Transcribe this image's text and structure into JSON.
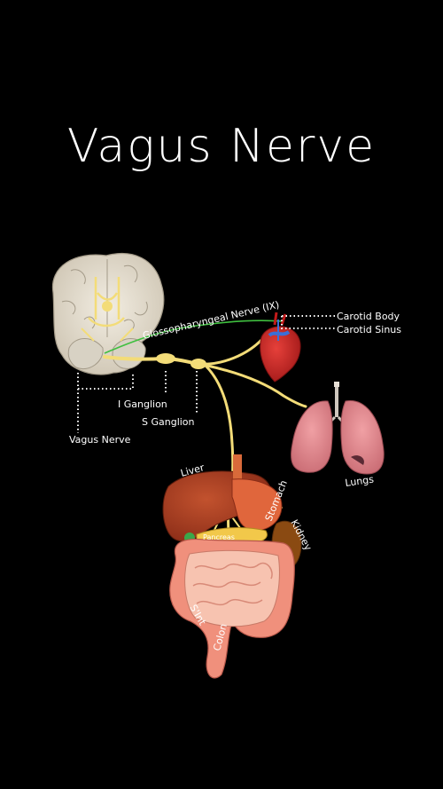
{
  "title": "Vagus  Nerve",
  "labels": {
    "glossopharyngeal": "Glossopharyngeal Nerve (IX)",
    "carotid_body": "Carotid Body",
    "carotid_sinus": "Carotid Sinus",
    "i_ganglion": "I Ganglion",
    "s_ganglion": "S Ganglion",
    "vagus_nerve": "Vagus Nerve",
    "lungs": "Lungs",
    "liver": "Liver",
    "stomach": "Stomach",
    "kidney": "Kidney",
    "pancreas": "Pancreas",
    "s_int": "S'Int",
    "colon": "Colon"
  },
  "colors": {
    "background": "#000000",
    "nerve": "#f3dc78",
    "glossopharyngeal_nerve": "#3fbf3f",
    "label": "#ffffff"
  }
}
